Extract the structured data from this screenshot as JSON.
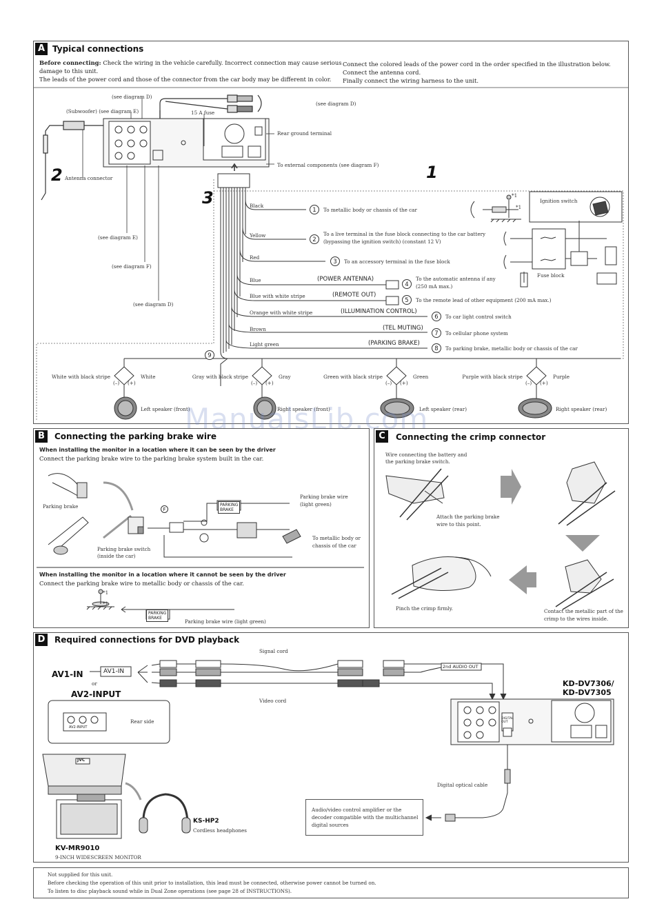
{
  "section_a": {
    "letter": "A",
    "title": "Typical connections",
    "intro_bold": "Before connecting:",
    "intro_1": "Check the wiring in the vehicle carefully. Incorrect connection may cause serious",
    "intro_2": "damage to this unit.",
    "intro_3": "The leads of the power cord and those of the connector from the car body may be different in color.",
    "right_1": "Connect the colored leads of the power cord in the order specified in the illustration below.",
    "right_2": "Connect the antenna cord.",
    "right_3": "Finally connect the wiring harness to the unit.",
    "see_d_top": "(see diagram D)",
    "subwoofer": "(Subwoofer) (see diagram E)",
    "fuse_15a": "15 A fuse",
    "see_d_right": "(see diagram D)",
    "rear_ground": "Rear ground terminal",
    "to_external": "To external components (see diagram F)",
    "antenna_connector": "Antenna connector",
    "see_e": "(see diagram E)",
    "see_f": "(see diagram F)",
    "see_d_low": "(see diagram D)",
    "num_1": "1",
    "num_2": "2",
    "num_3": "3",
    "ignition_switch": "Ignition switch",
    "fuse_block": "Fuse block",
    "star1": "*1",
    "wires": [
      {
        "no": "1",
        "color": "Black",
        "func": "",
        "desc": "To metallic body or chassis of the car",
        "desc2": ""
      },
      {
        "no": "2",
        "color": "Yellow",
        "func": "",
        "desc": "To a live terminal in the fuse block connecting to the car battery",
        "desc2": "(bypassing the ignition switch) (constant 12 V)"
      },
      {
        "no": "3",
        "color": "Red",
        "func": "",
        "desc": "To an accessory terminal in the fuse block",
        "desc2": ""
      },
      {
        "no": "4",
        "color": "Blue",
        "func": "(POWER ANTENNA)",
        "desc": "To the automatic antenna if any",
        "desc2": "(250 mA max.)"
      },
      {
        "no": "5",
        "color": "Blue with white stripe",
        "func": "(REMOTE OUT)",
        "desc": "To the remote lead of other equipment (200 mA max.)",
        "desc2": ""
      },
      {
        "no": "6",
        "color": "Orange with white stripe",
        "func": "(ILLUMINATION CONTROL)",
        "desc": "To car light control switch",
        "desc2": ""
      },
      {
        "no": "7",
        "color": "Brown",
        "func": "(TEL MUTING)",
        "desc": "To cellular phone system",
        "desc2": ""
      },
      {
        "no": "8",
        "color": "Light green",
        "func": "(PARKING BRAKE)",
        "desc": "To parking brake, metallic body or chassis of the car",
        "desc2": ""
      }
    ],
    "num_9": "9",
    "minus": "(–)",
    "plus": "(+)",
    "speakers": [
      {
        "neg": "White with black stripe",
        "pos": "White",
        "name": "Left speaker (front)"
      },
      {
        "neg": "Gray with black stripe",
        "pos": "Gray",
        "name": "Right speaker (front)"
      },
      {
        "neg": "Green with black stripe",
        "pos": "Green",
        "name": "Left speaker (rear)"
      },
      {
        "neg": "Purple with black stripe",
        "pos": "Purple",
        "name": "Right speaker (rear)"
      }
    ]
  },
  "section_b": {
    "letter": "B",
    "title": "Connecting the parking brake wire",
    "sub1": "When installing the monitor in a location where it can be seen by the driver",
    "sub1_text": "Connect the parking brake wire to the parking brake system built in the car.",
    "parking_brake": "Parking brake",
    "pb_switch": "Parking brake switch",
    "pb_switch2": "(inside the car)",
    "circled_f": "F",
    "pb_tag_1": "PARKING",
    "pb_tag_2": "BRAKE",
    "pb_wire": "Parking brake wire",
    "pb_wire2": "(light green)",
    "to_metal": "To metallic body or",
    "to_metal2": "chassis of the car",
    "sub2": "When installing the monitor in a location where it cannot be seen by the driver",
    "sub2_text": "Connect the parking brake wire to metallic body or chassis of the car.",
    "pb_wire_lg": "Parking brake wire (light green)",
    "star1": "*1"
  },
  "section_c": {
    "letter": "C",
    "title": "Connecting the crimp connector",
    "wire_conn": "Wire connecting the battery and",
    "wire_conn2": "the parking brake switch.",
    "attach": "Attach the parking brake",
    "attach2": "wire to this point.",
    "pinch": "Pinch the crimp firmly.",
    "contact": "Contact the metallic part of the",
    "contact2": "crimp to the wires inside."
  },
  "section_d": {
    "letter": "D",
    "title": "Required connections for DVD playback",
    "signal_cord": "Signal cord",
    "video_cord": "Video cord",
    "av1in": "AV1-IN",
    "av1in_box": "AV1-IN",
    "or": "or",
    "av2input": "AV2-INPUT",
    "av2_small": "AV2-INPUT",
    "rear_side": "Rear side",
    "second_audio": "2nd AUDIO OUT",
    "models_1": "KD-DV7306/",
    "models_2": "KD-DV7305",
    "digital_out": "DIGITAL OUT",
    "optical_cable": "Digital optical cable",
    "amp_1": "Audio/video control amplifier or the",
    "amp_2": "decoder compatible with the multichannel",
    "amp_3": "digital sources",
    "kshp2": "KS-HP2",
    "cordless": "Cordless headphones",
    "kvmr": "KV-MR9010",
    "monitor": "9-INCH WIDESCREEN MONITOR",
    "jvc": "JVC"
  },
  "footer": {
    "line1": "Not supplied for this unit.",
    "line2": "Before checking the operation of this unit prior to installation, this lead must be connected, otherwise power cannot be turned on.",
    "line3": "To listen to disc playback sound while in Dual Zone operations (see page 28 of INSTRUCTIONS)."
  },
  "watermark": "ManualsLib.com"
}
